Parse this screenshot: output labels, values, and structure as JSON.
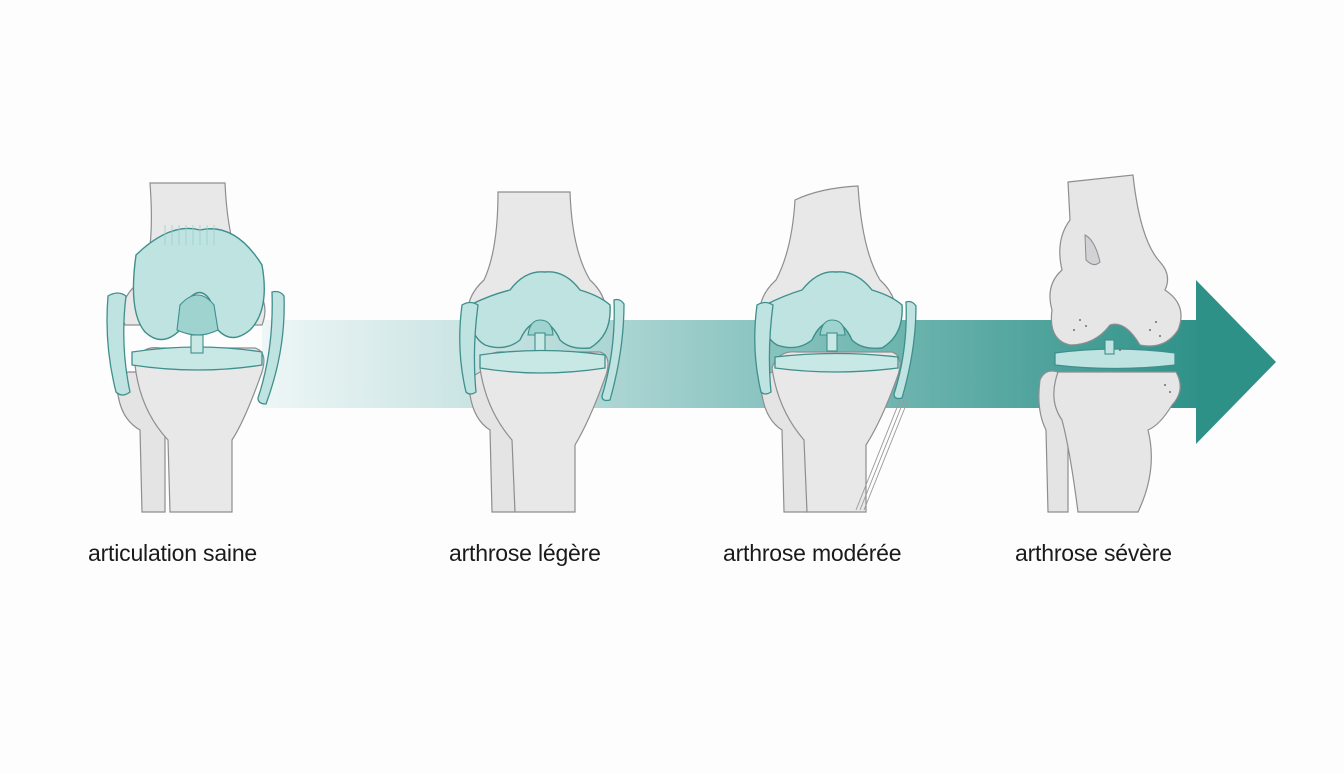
{
  "diagram": {
    "title": "",
    "arrow": {
      "direction": "right",
      "gradient_start": "#e6f2f2",
      "gradient_mid": "#8cc7c3",
      "gradient_end": "#2e9188",
      "meaning": "progression of osteoarthritis"
    },
    "colors": {
      "bone": "#e6e6e7",
      "bone_outline": "#8a8a8c",
      "cartilage": "#bfe3e1",
      "cartilage_dark": "#9fd3d0",
      "cartilage_outline": "#3f8f8c",
      "arrow_head": "#2e9188"
    },
    "stages": [
      {
        "id": "stage-1",
        "label": "articulation saine"
      },
      {
        "id": "stage-2",
        "label": "arthrose légère"
      },
      {
        "id": "stage-3",
        "label": "arthrose modérée"
      },
      {
        "id": "stage-4",
        "label": "arthrose sévère"
      }
    ]
  }
}
